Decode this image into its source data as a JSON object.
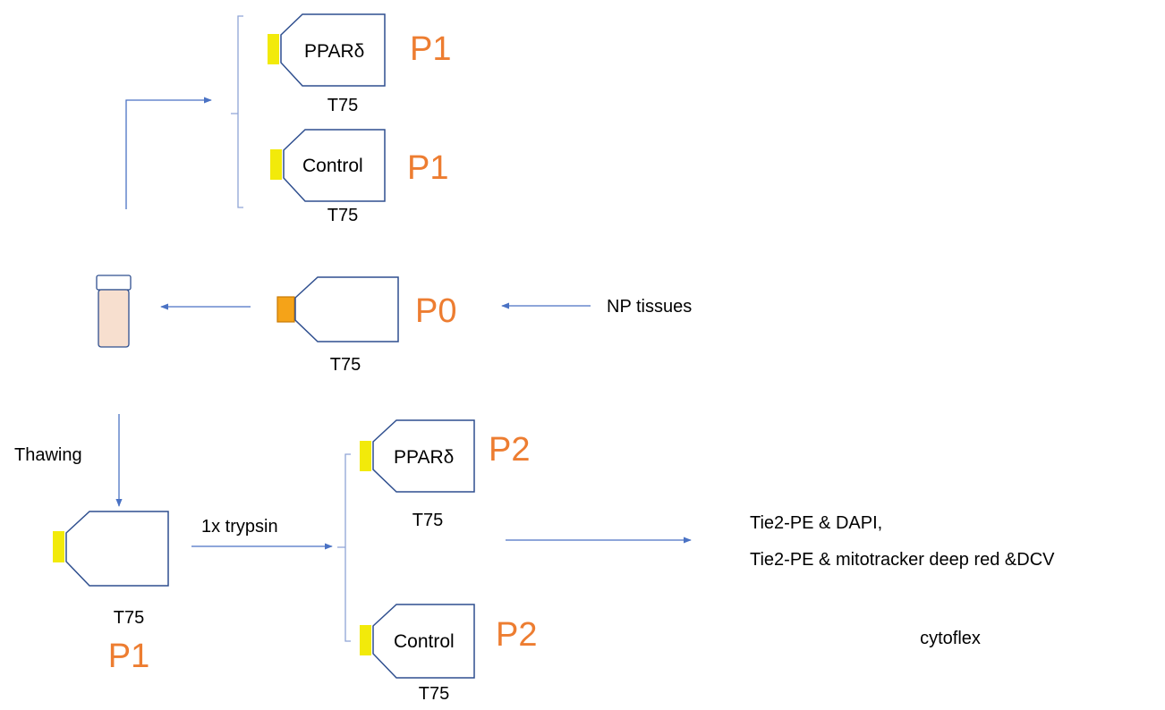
{
  "colors": {
    "flask_outline": "#2f4f8f",
    "arrow": "#4a72c4",
    "bracket": "#8fa5d6",
    "cap_yellow": "#f2ea0a",
    "cap_orange": "#f5a318",
    "cap_orange_stroke": "#c97a05",
    "passage_text": "#ed7d31",
    "vial_body": "#f7dfcf",
    "vial_outline": "#2f4f8f"
  },
  "icons": {
    "flask": "culture-flask-icon",
    "vial": "cryovial-icon",
    "arrow": "arrow-right-icon"
  },
  "top": {
    "flask_ppar": {
      "label": "PPARδ",
      "vessel": "T75",
      "passage": "P1"
    },
    "flask_control": {
      "label": "Control",
      "vessel": "T75",
      "passage": "P1"
    }
  },
  "middle": {
    "flask_p0": {
      "vessel": "T75",
      "passage": "P0"
    },
    "source": "NP tissues"
  },
  "bottom": {
    "thawing": "Thawing",
    "flask_p1": {
      "vessel": "T75",
      "passage": "P1"
    },
    "trypsin": "1x trypsin",
    "flask_ppar": {
      "label": "PPARδ",
      "vessel": "T75",
      "passage": "P2"
    },
    "flask_control": {
      "label": "Control",
      "vessel": "T75",
      "passage": "P2"
    },
    "stain_line1": "Tie2-PE & DAPI,",
    "stain_line2": "Tie2-PE & mitotracker deep red &DCV",
    "instrument": "cytoflex"
  }
}
